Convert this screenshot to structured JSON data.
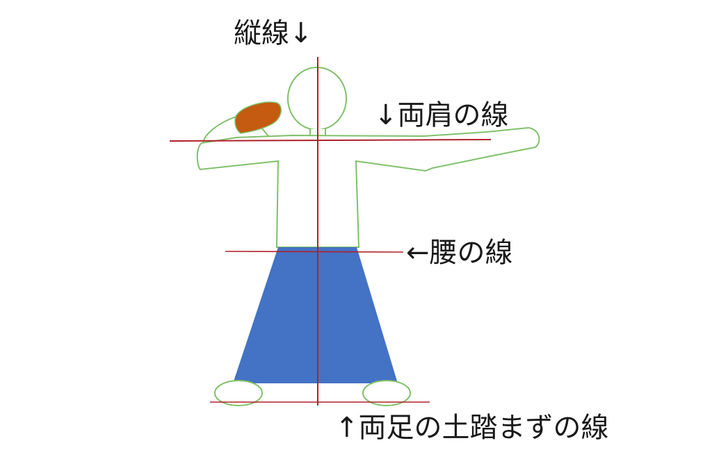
{
  "labels": {
    "vertical_line": "縦線↓",
    "shoulder_line": "↓両肩の線",
    "waist_line": "←腰の線",
    "feet_line": "↑両足の土踏まずの線"
  },
  "colors": {
    "guide_line": "#b0202a",
    "outline": "#7fc06a",
    "hakama": "#4472c4",
    "glove": "#c55a11",
    "text": "#1a1a1a"
  }
}
